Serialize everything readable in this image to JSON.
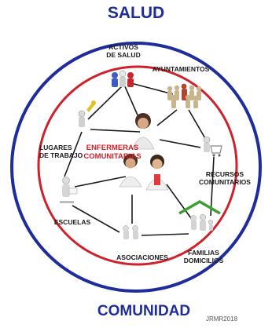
{
  "title_top": "SALUD",
  "title_bottom": "COMUNIDAD",
  "credit": "JRMR2018",
  "colors": {
    "outer_circle": "#1f2d9c",
    "inner_circle": "#d0202a",
    "center_label": "#d0202a",
    "links": "#1a1a1a",
    "roof": "#3aa12e"
  },
  "nodes": {
    "activos": {
      "label": "ACTIVOS\nDE SALUD",
      "icon": "health-assets-icon"
    },
    "ayuntamientos": {
      "label": "AYUNTAMIENTOS",
      "icon": "town-council-icon"
    },
    "lugares": {
      "label": "LUGARES\nDE TRABAJO",
      "icon": "workplace-icon"
    },
    "enfermeras": {
      "label": "ENFERMERAS\nCOMUNITARIAS",
      "icon": "nurses-icon"
    },
    "recursos": {
      "label": "RECURSOS\nCOMUNITARIOS",
      "icon": "community-resources-icon"
    },
    "escuelas": {
      "label": "ESCUELAS",
      "icon": "school-icon"
    },
    "asociaciones": {
      "label": "ASOCIACIONES",
      "icon": "associations-icon"
    },
    "familias": {
      "label": "FAMILIAS\nDOMICILIOS",
      "icon": "family-home-icon"
    }
  }
}
